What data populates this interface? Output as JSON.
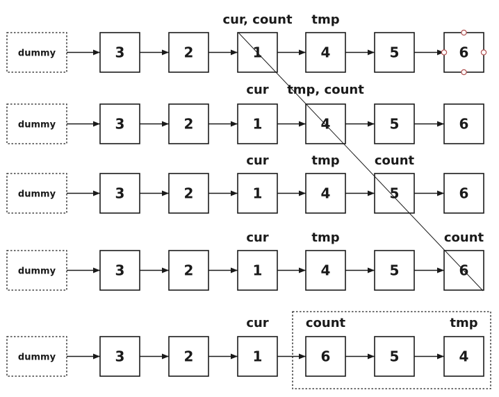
{
  "diagram": {
    "dummy_label": "dummy",
    "rows": [
      {
        "nodes": [
          "3",
          "2",
          "1",
          "4",
          "5",
          "6"
        ],
        "pointers": [
          {
            "label": "cur, count",
            "node": 2
          },
          {
            "label": "tmp",
            "node": 3
          }
        ],
        "selected_node": 5
      },
      {
        "nodes": [
          "3",
          "2",
          "1",
          "4",
          "5",
          "6"
        ],
        "pointers": [
          {
            "label": "cur",
            "node": 2
          },
          {
            "label": "tmp, count",
            "node": 3
          }
        ]
      },
      {
        "nodes": [
          "3",
          "2",
          "1",
          "4",
          "5",
          "6"
        ],
        "pointers": [
          {
            "label": "cur",
            "node": 2
          },
          {
            "label": "tmp",
            "node": 3
          },
          {
            "label": "count",
            "node": 4
          }
        ]
      },
      {
        "nodes": [
          "3",
          "2",
          "1",
          "4",
          "5",
          "6"
        ],
        "pointers": [
          {
            "label": "cur",
            "node": 2
          },
          {
            "label": "tmp",
            "node": 3
          },
          {
            "label": "count",
            "node": 5
          }
        ]
      },
      {
        "nodes": [
          "3",
          "2",
          "1",
          "6",
          "5",
          "4"
        ],
        "pointers": [
          {
            "label": "cur",
            "node": 2
          },
          {
            "label": "count",
            "node": 3
          },
          {
            "label": "tmp",
            "node": 5
          }
        ],
        "group": {
          "from": 3,
          "to": 5
        }
      }
    ]
  }
}
